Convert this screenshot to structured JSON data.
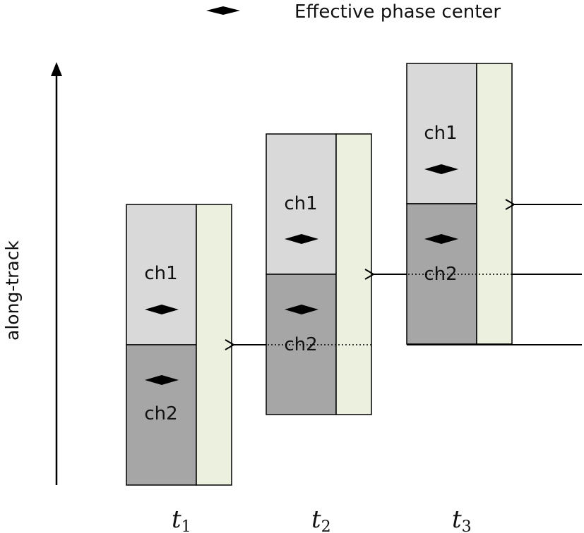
{
  "legend": {
    "label": "Effective phase center"
  },
  "axis": {
    "label": "along-track"
  },
  "colors": {
    "ch1_fill": "#d9d9d9",
    "ch2_fill": "#a6a6a6",
    "side_fill": "#ebf1de",
    "stroke": "#000000"
  },
  "columns": [
    {
      "ch1_label": "ch1",
      "ch2_label": "ch2",
      "time_label": "t",
      "time_sub": "1"
    },
    {
      "ch1_label": "ch1",
      "ch2_label": "ch2",
      "time_label": "t",
      "time_sub": "2"
    },
    {
      "ch1_label": "ch1",
      "ch2_label": "ch2",
      "time_label": "t",
      "time_sub": "3"
    }
  ]
}
